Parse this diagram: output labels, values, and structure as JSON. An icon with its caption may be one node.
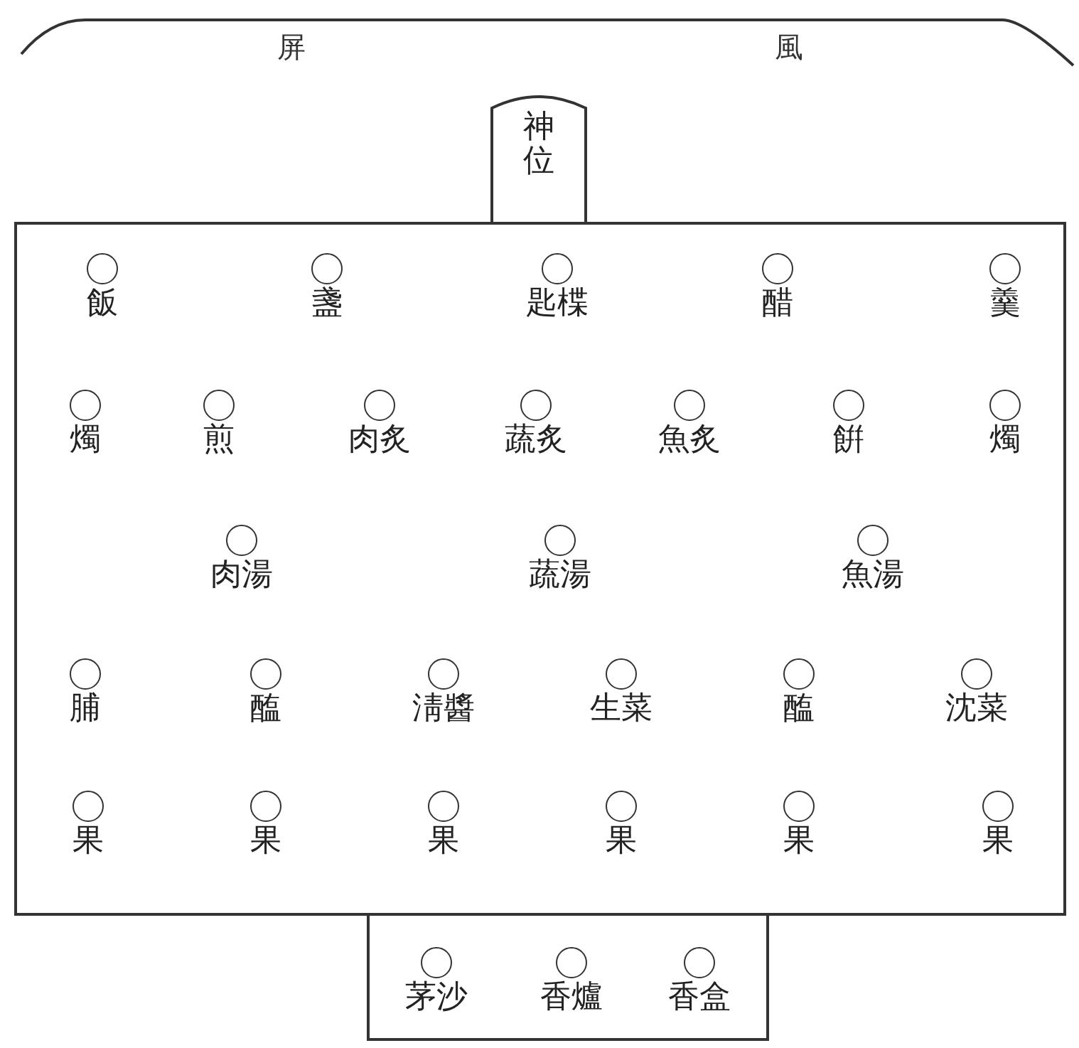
{
  "diagram": {
    "nodes": [
      {
        "text": [
          "屏",
          "風"
        ]
      },
      {
        "text": [
          "神位"
        ]
      },
      {
        "text": [],
        "shape": "box"
      },
      {
        "text": [
          "飯"
        ],
        "in": 2
      },
      {
        "text": [
          "盞"
        ],
        "in": 2
      },
      {
        "text": [
          "匙楪"
        ],
        "in": 2
      },
      {
        "text": [
          "醋"
        ],
        "in": 2
      },
      {
        "text": [
          "羹"
        ],
        "in": 2
      },
      {
        "text": [
          "燭"
        ],
        "in": 2
      },
      {
        "text": [
          "煎"
        ],
        "in": 2
      },
      {
        "text": [
          "肉炙"
        ],
        "in": 2
      },
      {
        "text": [
          "蔬炙"
        ],
        "in": 2
      },
      {
        "text": [
          "魚炙"
        ],
        "in": 2
      },
      {
        "text": [
          "餠"
        ],
        "in": 2
      },
      {
        "text": [
          "燭"
        ],
        "in": 2
      },
      {
        "text": [
          "肉湯"
        ],
        "in": 2
      },
      {
        "text": [
          "蔬湯"
        ],
        "in": 2
      },
      {
        "text": [
          "魚湯"
        ],
        "in": 2
      },
      {
        "text": [
          "脯"
        ],
        "in": 2
      },
      {
        "text": [
          "醢"
        ],
        "in": 2
      },
      {
        "text": [
          "淸醬"
        ],
        "in": 2
      },
      {
        "text": [
          "生菜"
        ],
        "in": 2
      },
      {
        "text": [
          "醢"
        ],
        "in": 2
      },
      {
        "text": [
          "沈菜"
        ],
        "in": 2
      },
      {
        "text": [
          "果"
        ],
        "in": 2
      },
      {
        "text": [
          "果"
        ],
        "in": 2
      },
      {
        "text": [
          "果"
        ],
        "in": 2
      },
      {
        "text": [
          "果"
        ],
        "in": 2
      },
      {
        "text": [
          "果"
        ],
        "in": 2
      },
      {
        "text": [
          "果"
        ],
        "in": 2
      },
      {
        "text": [],
        "shape": "box"
      },
      {
        "text": [
          "茅沙"
        ],
        "in": 30
      },
      {
        "text": [
          "香爐"
        ],
        "in": 30
      },
      {
        "text": [
          "香盒"
        ],
        "in": 30
      }
    ],
    "edges": []
  }
}
